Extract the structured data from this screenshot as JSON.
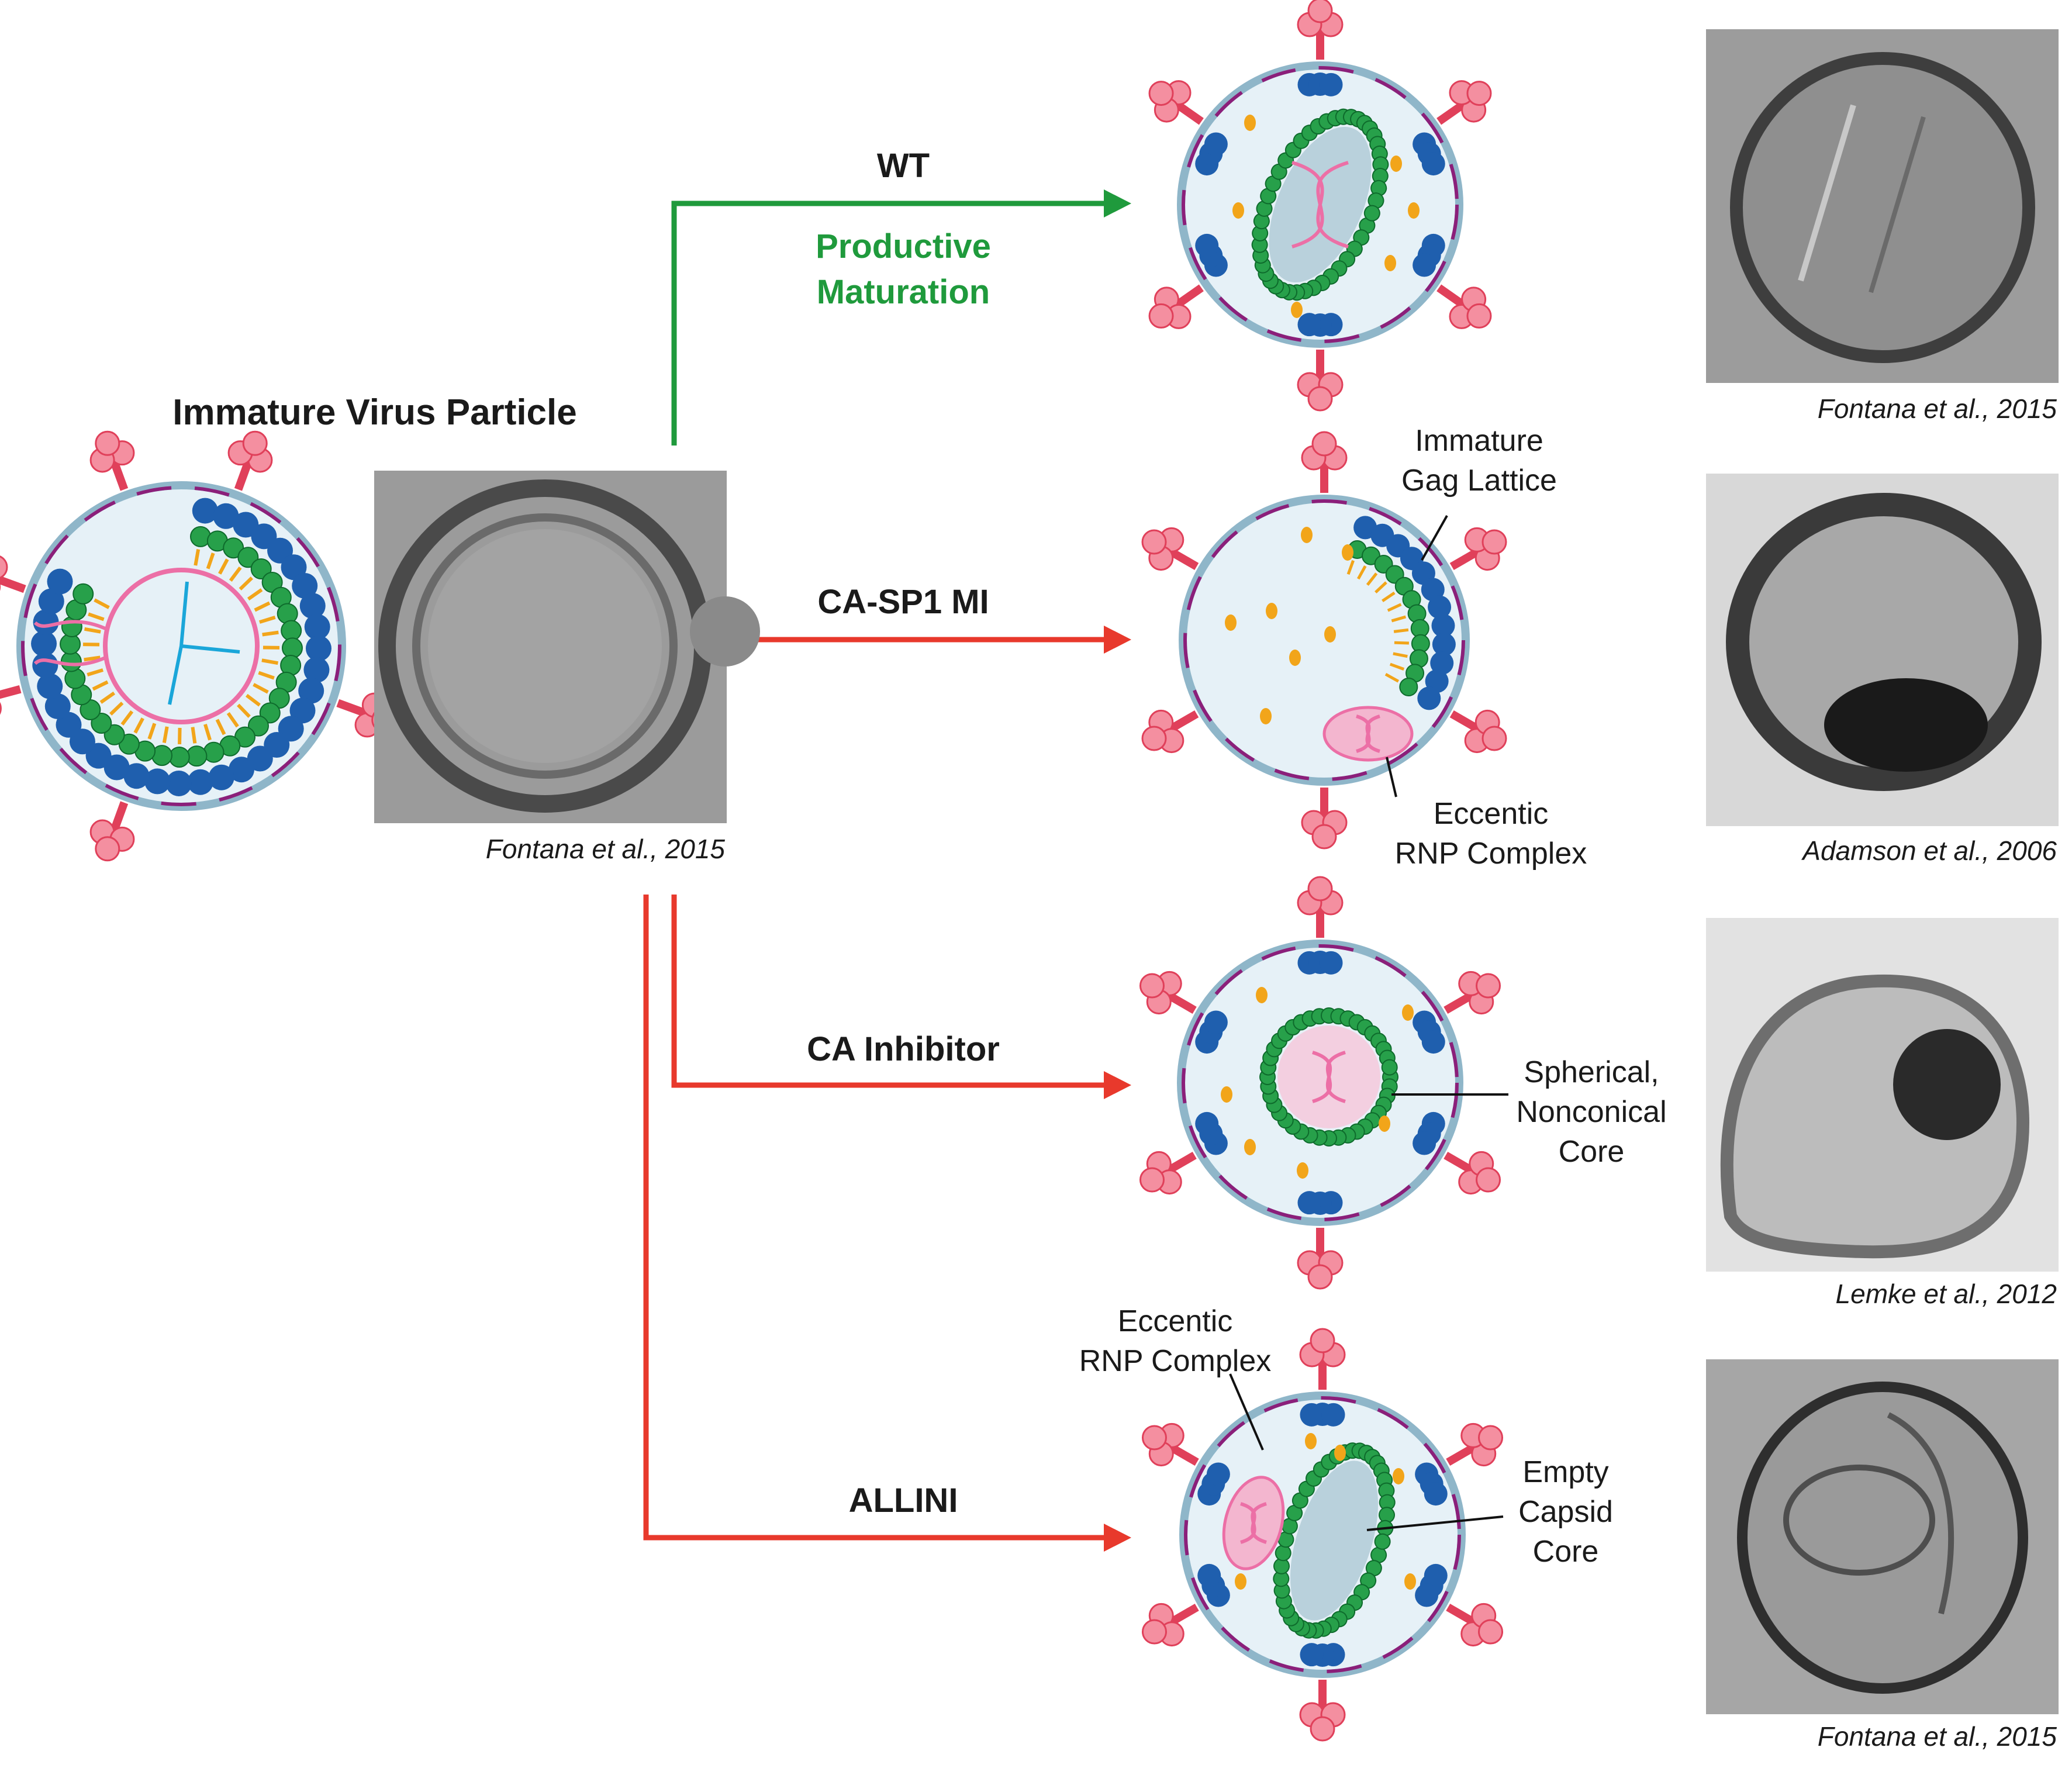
{
  "labels": {
    "immature": "Immature Virus Particle",
    "wt": "WT",
    "productive_1": "Productive",
    "productive_2": "Maturation",
    "casp1": "CA-SP1 MI",
    "cainhib": "CA Inhibitor",
    "allini": "ALLINI"
  },
  "annotations": {
    "gag_1": "Immature",
    "gag_2": "Gag Lattice",
    "rnp_1": "Eccentic",
    "rnp_2": "RNP Complex",
    "sph_1": "Spherical,",
    "sph_2": "Nonconical",
    "sph_3": "Core",
    "rnp4_1": "Eccentic",
    "rnp4_2": "RNP Complex",
    "empty_1": "Empty",
    "empty_2": "Capsid",
    "empty_3": "Core"
  },
  "citations": {
    "immature": "Fontana et al., 2015",
    "wt": "Fontana et al., 2015",
    "casp1": "Adamson et al., 2006",
    "cainhib": "Lemke et al., 2012",
    "allini": "Fontana et al., 2015"
  },
  "colors": {
    "productive_arrow": "#1f9a3c",
    "inhibited_arrow": "#e8392c",
    "capsid_green": "#27a04a",
    "matrix_blue": "#1f5fae",
    "envelope_purple": "#8b1f7a",
    "rna_pink": "#ec6fa6",
    "enzyme_orange": "#f2a51a"
  }
}
